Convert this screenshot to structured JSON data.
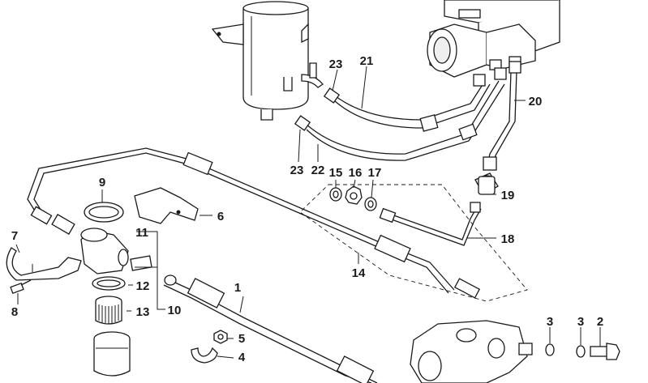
{
  "diagram": {
    "type": "parts-exploded-view",
    "callouts": [
      {
        "id": "c1",
        "text": "1"
      },
      {
        "id": "c2",
        "text": "2"
      },
      {
        "id": "c3a",
        "text": "3"
      },
      {
        "id": "c3b",
        "text": "3"
      },
      {
        "id": "c4",
        "text": "4"
      },
      {
        "id": "c5",
        "text": "5"
      },
      {
        "id": "c6",
        "text": "6"
      },
      {
        "id": "c7",
        "text": "7"
      },
      {
        "id": "c8",
        "text": "8"
      },
      {
        "id": "c9",
        "text": "9"
      },
      {
        "id": "c10",
        "text": "10"
      },
      {
        "id": "c11",
        "text": "11"
      },
      {
        "id": "c12",
        "text": "12"
      },
      {
        "id": "c13",
        "text": "13"
      },
      {
        "id": "c14",
        "text": "14"
      },
      {
        "id": "c15",
        "text": "15"
      },
      {
        "id": "c16",
        "text": "16"
      },
      {
        "id": "c17",
        "text": "17"
      },
      {
        "id": "c18",
        "text": "18"
      },
      {
        "id": "c19",
        "text": "19"
      },
      {
        "id": "c20",
        "text": "20"
      },
      {
        "id": "c21",
        "text": "21"
      },
      {
        "id": "c22",
        "text": "22"
      },
      {
        "id": "c23a",
        "text": "23"
      },
      {
        "id": "c23b",
        "text": "23"
      }
    ]
  }
}
